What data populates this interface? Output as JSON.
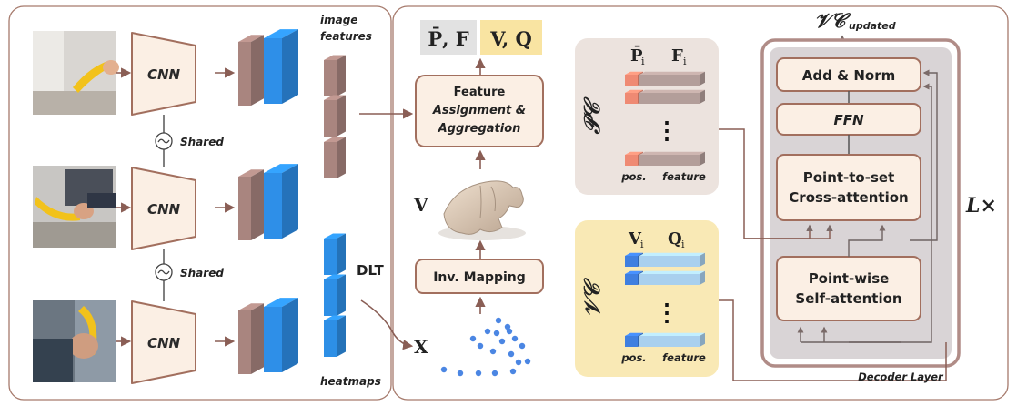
{
  "colors": {
    "panel_border": "#a67a6c",
    "box_fill": "#fbefe4",
    "box_border": "#a26f5e",
    "arrow": "#8a5e55",
    "feature_brown": "#a9857f",
    "feature_blue": "#2e8fe8",
    "heat_blue": "#2d8fe6",
    "pc_panel": "#ece3de",
    "vc_panel": "#f9e9b5",
    "pc_token_pos": "#ef8a73",
    "pc_token_feat": "#b39e9a",
    "vc_token_pos": "#3f7fe0",
    "vc_token_feat": "#a9d0ee",
    "decoder_outer": "#b08c87",
    "decoder_inner": "#d9d4d6",
    "header_gray": "#e2e2e2",
    "header_yellow": "#f9e4a2",
    "points": "#4b86e3"
  },
  "left": {
    "cnn_label": "CNN",
    "shared_label": "Shared",
    "shared_icon": "tilde-circle-icon",
    "image_features_label": "image\nfeatures",
    "heatmaps_label": "heatmaps",
    "dlt_label": "DLT",
    "photos": [
      "hand-holding-banana-photo-1",
      "hand-holding-banana-photo-2",
      "hand-holding-banana-photo-3"
    ]
  },
  "middle": {
    "header_left": "P̄, F",
    "header_right": "V, Q",
    "feature_box": {
      "line1": "Feature",
      "line2": "Assignment &",
      "line3": "Aggregation"
    },
    "v_label": "V",
    "hand_icon": "hand-mesh-icon",
    "inv_mapping": "Inv. Mapping",
    "x_label": "X"
  },
  "pc": {
    "label": "𝒫𝒞",
    "col1": "P̄",
    "col1_sub": "i",
    "col2": "F",
    "col2_sub": "i",
    "pos_label": "pos.",
    "feature_label": "feature",
    "dots": "⋮"
  },
  "vc": {
    "label": "𝒱𝒞",
    "col1": "V",
    "col1_sub": "i",
    "col2": "Q",
    "col2_sub": "i",
    "pos_label": "pos.",
    "feature_label": "feature",
    "dots": "⋮"
  },
  "decoder": {
    "title_main": "𝒱𝒞",
    "title_sub": "updated",
    "add_norm": "Add & Norm",
    "ffn": "FFN",
    "cross_attn": {
      "line1": "Point-to-set",
      "line2": "Cross-attention"
    },
    "self_attn": {
      "line1": "Point-wise",
      "line2": "Self-attention"
    },
    "layer_label": "Decoder Layer",
    "repeat_label": "L×"
  }
}
